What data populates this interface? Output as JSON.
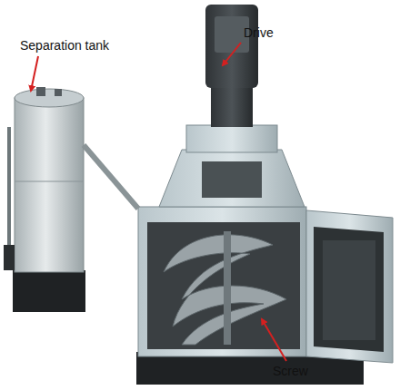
{
  "diagram": {
    "labels": [
      "Drive",
      "Separation tank",
      "Screw"
    ]
  }
}
